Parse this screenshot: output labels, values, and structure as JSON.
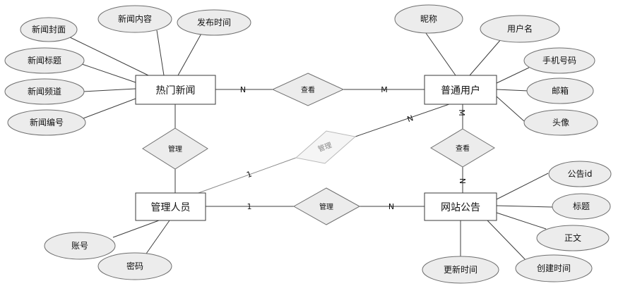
{
  "entities": {
    "hot_news": {
      "label": "热门新闻"
    },
    "user": {
      "label": "普通用户"
    },
    "admin": {
      "label": "管理人员"
    },
    "notice": {
      "label": "网站公告"
    }
  },
  "attributes": {
    "news_cover": "新闻封面",
    "news_content": "新闻内容",
    "publish_time": "发布时间",
    "news_title": "新闻标题",
    "news_channel": "新闻频道",
    "news_number": "新闻编号",
    "nickname": "昵称",
    "username": "用户名",
    "phone": "手机号码",
    "email": "邮箱",
    "avatar": "头像",
    "notice_id": "公告id",
    "notice_title": "标题",
    "notice_body": "正文",
    "update_time": "更新时间",
    "create_time": "创建时间",
    "account": "账号",
    "password": "密码"
  },
  "relationships": {
    "view_news": "查看",
    "manage_news": "管理",
    "manage_users": "管理",
    "view_notice": "查看",
    "manage_notice": "管理"
  },
  "cardinalities": {
    "news_view_news": "N",
    "user_view_news": "M",
    "user_manage_users": "N",
    "admin_manage_users": "1",
    "user_view_notice": "M",
    "notice_view_notice": "N",
    "admin_manage_notice": "1",
    "notice_manage_notice": "N"
  },
  "colors": {
    "shape_fill": "#ececec",
    "stroke": "#3a3a3a",
    "faded": "#b9b9b9"
  }
}
